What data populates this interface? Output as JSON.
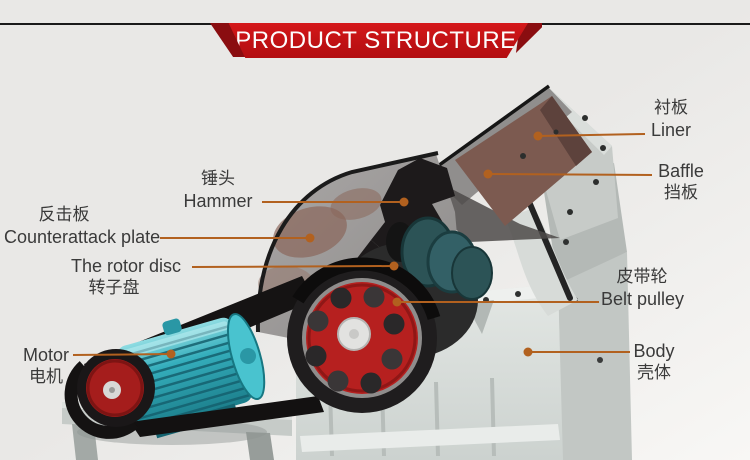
{
  "banner": {
    "title": "PRODUCT STRUCTURE"
  },
  "labels": {
    "hammer": {
      "zh": "锤头",
      "en": "Hammer"
    },
    "counterattack": {
      "zh": "反击板",
      "en": "Counterattack plate"
    },
    "rotor": {
      "en": "The rotor disc",
      "zh": "转子盘"
    },
    "motor": {
      "en": "Motor",
      "zh": "电机"
    },
    "liner": {
      "zh": "衬板",
      "en": "Liner"
    },
    "baffle": {
      "en": "Baffle",
      "zh": "挡板"
    },
    "belt_pulley": {
      "zh": "皮带轮",
      "en": "Belt pulley"
    },
    "body": {
      "en": "Body",
      "zh": "壳体"
    }
  },
  "colors": {
    "background": "#e9e8e6",
    "banner_red": "#c01114",
    "banner_dark_red": "#8a0d10",
    "leader_line": "#b2611f",
    "label_text": "#3a3a3a",
    "flywheel_red": "#b6201f",
    "motor_teal": "#35aebc",
    "liner_brown": "#7c5a50"
  }
}
